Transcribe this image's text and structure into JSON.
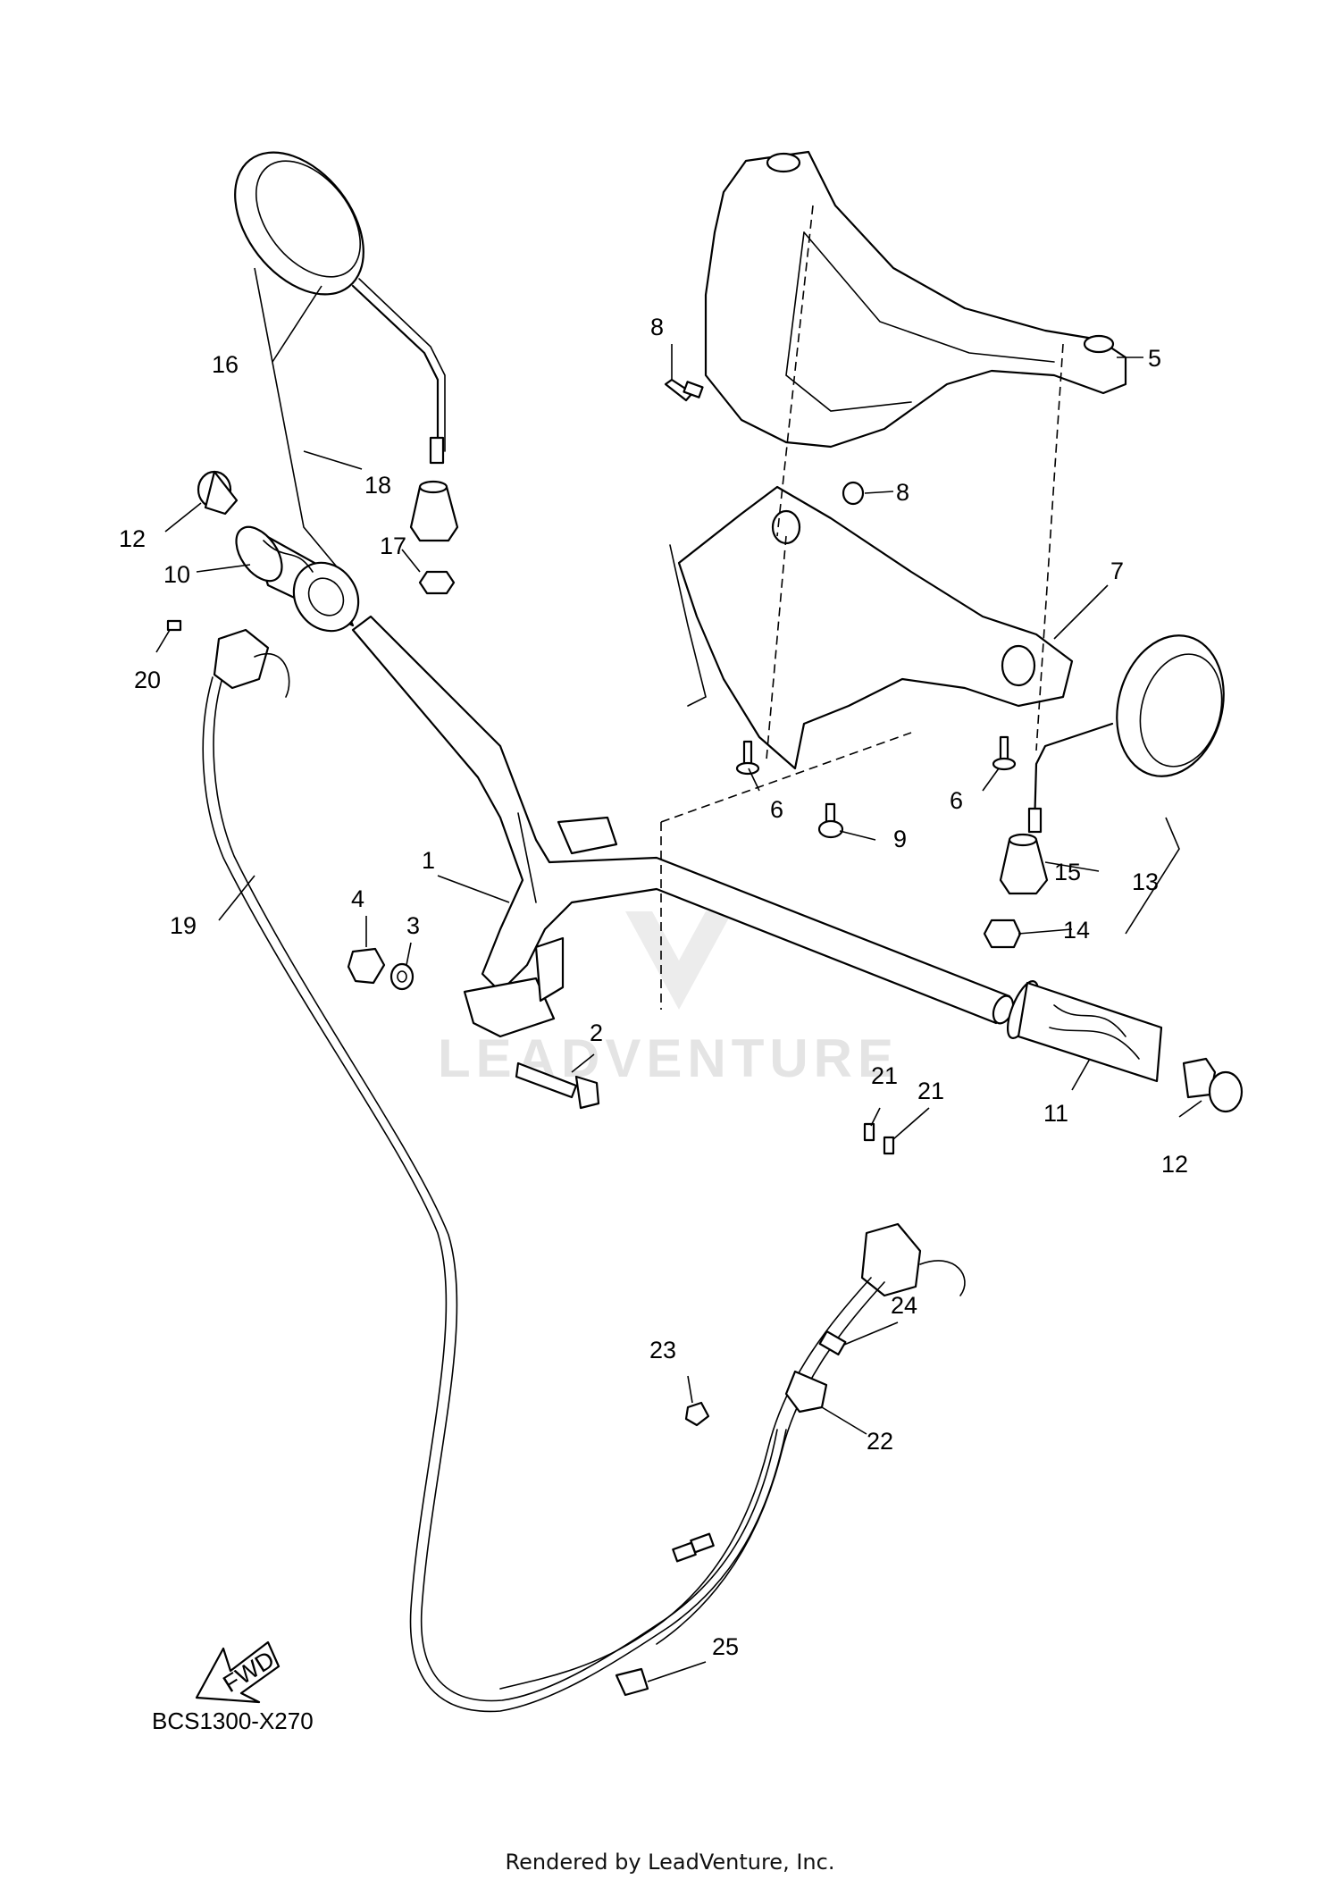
{
  "diagram_code": "BCS1300-X270",
  "fwd_label": "FWD",
  "watermark": "LEADVENTURE",
  "footer": "Rendered by LeadVenture, Inc.",
  "callouts": {
    "c1": "1",
    "c2": "2",
    "c3": "3",
    "c4": "4",
    "c5": "5",
    "c6a": "6",
    "c6b": "6",
    "c7": "7",
    "c8a": "8",
    "c8b": "8",
    "c9": "9",
    "c10": "10",
    "c11": "11",
    "c12a": "12",
    "c12b": "12",
    "c13": "13",
    "c14": "14",
    "c15": "15",
    "c16": "16",
    "c17": "17",
    "c18": "18",
    "c19": "19",
    "c20": "20",
    "c21a": "21",
    "c21b": "21",
    "c22": "22",
    "c23": "23",
    "c24": "24",
    "c25": "25"
  }
}
